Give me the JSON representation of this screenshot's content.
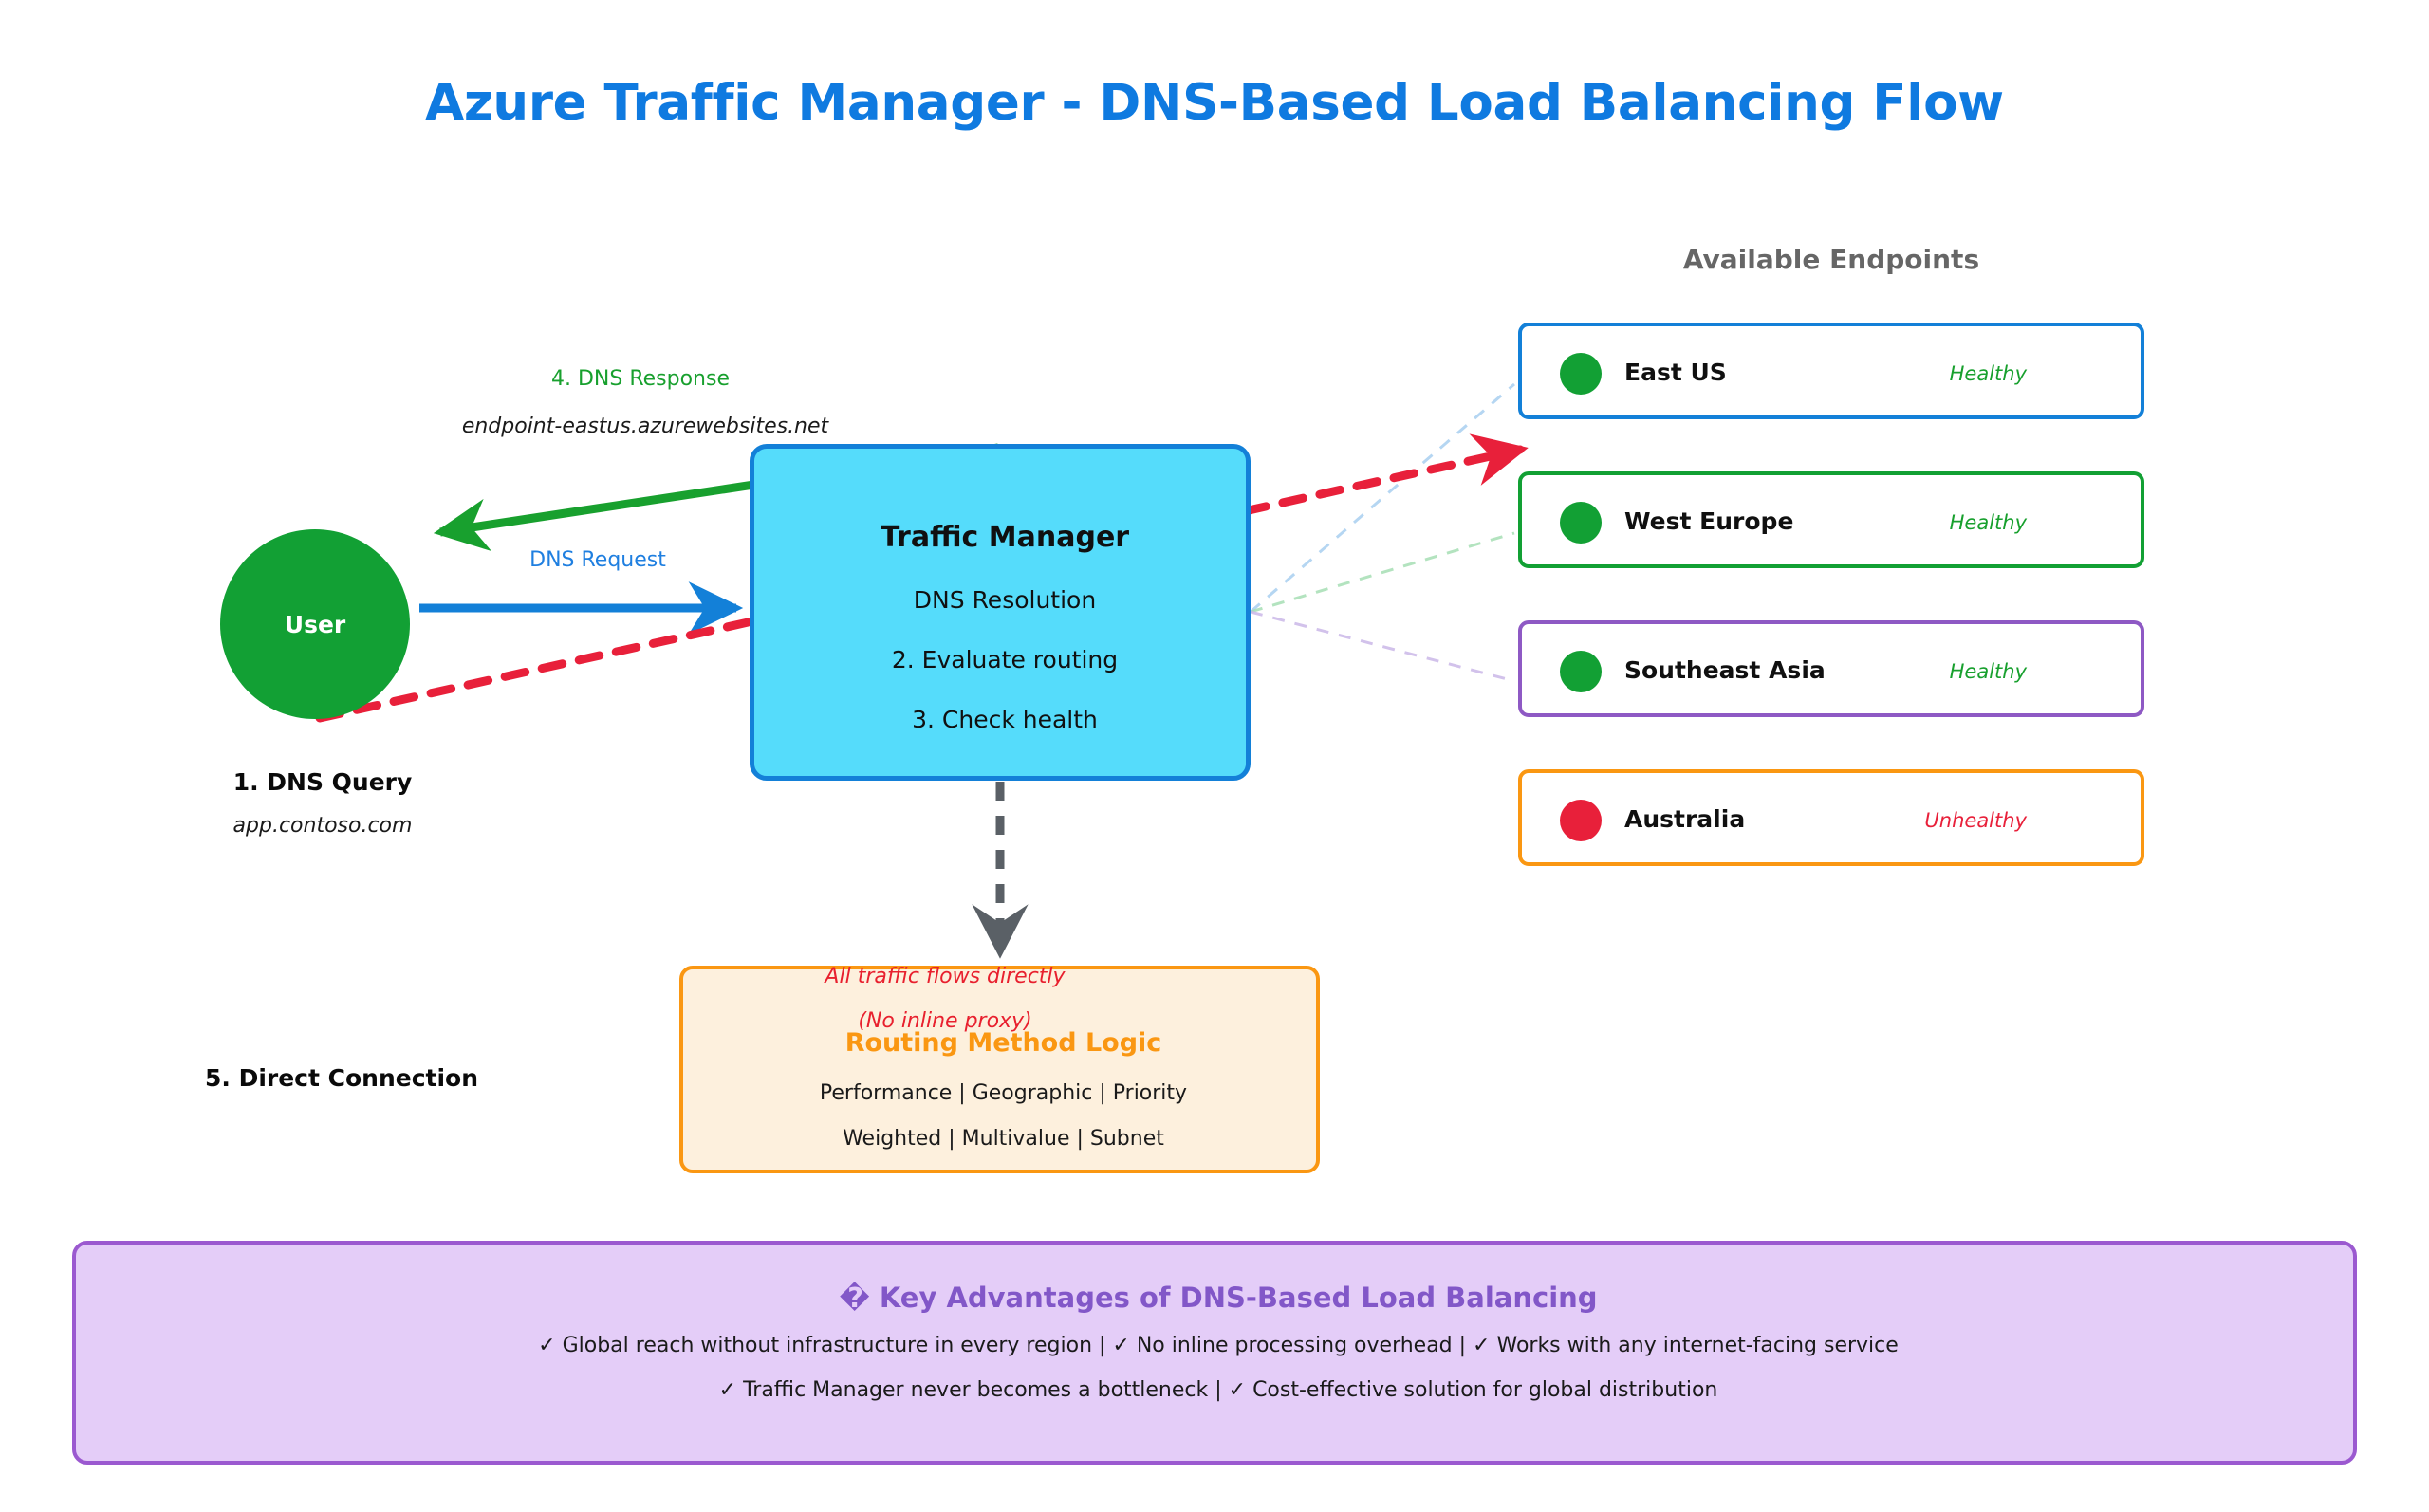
{
  "title": "Azure Traffic Manager - DNS-Based Load Balancing Flow",
  "user": {
    "label": "User"
  },
  "traffic_manager": {
    "title": "Traffic Manager",
    "line1": "DNS Resolution",
    "line2": "2. Evaluate routing",
    "line3": "3. Check health"
  },
  "flow_labels": {
    "dns_response": "4. DNS Response",
    "endpoint_host": "endpoint-eastus.azurewebsites.net",
    "dns_request": "DNS Request",
    "step1": "1. DNS Query",
    "step1_sub": "app.contoso.com",
    "step5": "5. Direct Connection"
  },
  "endpoints": {
    "header": "Available Endpoints",
    "items": [
      {
        "name": "East US",
        "status": "Healthy",
        "border_color": "#1380d8",
        "dot_color": "#12a034",
        "status_color": "#18a02e"
      },
      {
        "name": "West Europe",
        "status": "Healthy",
        "border_color": "#12a034",
        "dot_color": "#12a034",
        "status_color": "#18a02e"
      },
      {
        "name": "Southeast Asia",
        "status": "Healthy",
        "border_color": "#8e59c4",
        "dot_color": "#12a034",
        "status_color": "#18a02e"
      },
      {
        "name": "Australia",
        "status": "Unhealthy",
        "border_color": "#fa9712",
        "dot_color": "#e8203a",
        "status_color": "#e8203a"
      }
    ]
  },
  "routing": {
    "title": "Routing Method Logic",
    "line1": "Performance | Geographic | Priority",
    "line2": "Weighted | Multivalue | Subnet",
    "note_direct": "All traffic flows directly",
    "note_proxy": "(No inline proxy)"
  },
  "advantages": {
    "title": "� Key Advantages of DNS-Based Load Balancing",
    "line1": "✓ Global reach without infrastructure in every region  |  ✓ No inline processing overhead  |  ✓ Works with any internet-facing service",
    "line2": "✓ Traffic Manager never becomes a bottleneck  |  ✓ Cost-effective solution for global distribution"
  },
  "colors": {
    "title_blue": "#0f7ae0",
    "tm_fill": "#55dcfb",
    "tm_border": "#1380d8",
    "green_arrow": "#18a02e",
    "blue_arrow": "#1380d8",
    "red_dashed": "#e8203a",
    "gray_dashed": "#5a6066",
    "routing_fill": "#fdf0dd",
    "routing_border": "#fa9712",
    "advantages_fill": "#e4cdf8",
    "advantages_border": "#9b59d0"
  }
}
